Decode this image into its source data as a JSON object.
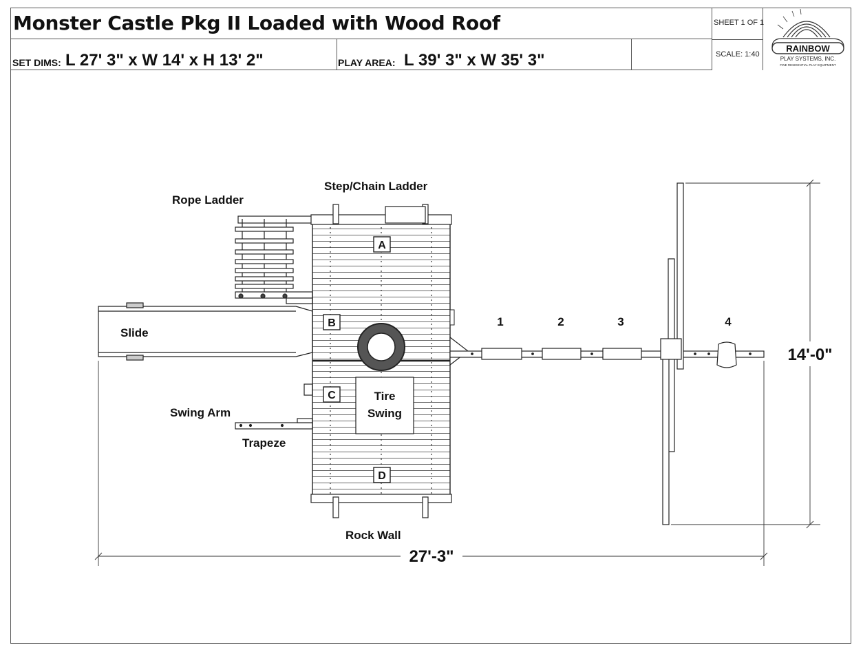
{
  "header": {
    "title": "Monster Castle Pkg II Loaded with Wood Roof",
    "set_dims_label": "SET DIMS:",
    "set_dims_value": "L 27' 3\" x W 14' x H 13' 2\"",
    "play_area_label": "PLAY AREA:",
    "play_area_value": "L 39' 3\" x W 35' 3\"",
    "sheet": "SHEET 1 OF 1",
    "scale": "SCALE: 1:40"
  },
  "logo": {
    "brand": "RAINBOW",
    "line2": "PLAY SYSTEMS, INC.",
    "line3": "FINE RESIDENTIAL PLAY EQUIPMENT"
  },
  "labels": {
    "step_chain_ladder": "Step/Chain Ladder",
    "rope_ladder": "Rope Ladder",
    "slide": "Slide",
    "swing_arm": "Swing Arm",
    "trapeze": "Trapeze",
    "rock_wall": "Rock Wall",
    "tire_swing_line1": "Tire",
    "tire_swing_line2": "Swing",
    "deck_a": "A",
    "deck_b": "B",
    "deck_c": "C",
    "deck_d": "D",
    "pos1": "1",
    "pos2": "2",
    "pos3": "3",
    "pos4": "4"
  },
  "dimensions": {
    "length": "27'-3\"",
    "width": "14'-0\""
  }
}
